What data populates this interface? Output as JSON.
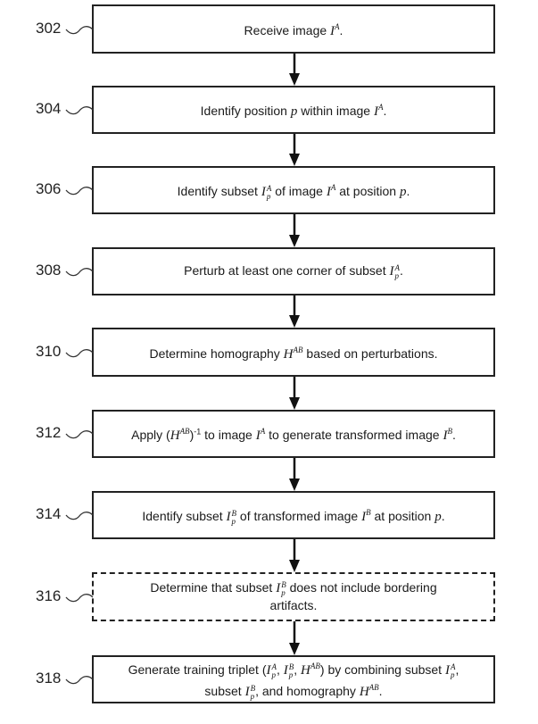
{
  "steps": [
    {
      "ref": "302",
      "style": "solid",
      "lines": [
        [
          {
            "t": "Receive image "
          },
          {
            "m": "I",
            "sup": "A"
          },
          {
            "t": "."
          }
        ]
      ]
    },
    {
      "ref": "304",
      "style": "solid",
      "lines": [
        [
          {
            "t": "Identify position "
          },
          {
            "m": "p"
          },
          {
            "t": " within image "
          },
          {
            "m": "I",
            "sup": "A"
          },
          {
            "t": "."
          }
        ]
      ]
    },
    {
      "ref": "306",
      "style": "solid",
      "lines": [
        [
          {
            "t": "Identify subset "
          },
          {
            "m": "I",
            "sup": "A",
            "sub": "p"
          },
          {
            "t": " of image "
          },
          {
            "m": "I",
            "sup": "A"
          },
          {
            "t": " at position "
          },
          {
            "m": "p"
          },
          {
            "t": "."
          }
        ]
      ]
    },
    {
      "ref": "308",
      "style": "solid",
      "lines": [
        [
          {
            "t": "Perturb at least one corner of subset "
          },
          {
            "m": "I",
            "sup": "A",
            "sub": "p"
          },
          {
            "t": "."
          }
        ]
      ]
    },
    {
      "ref": "310",
      "style": "solid",
      "lines": [
        [
          {
            "t": "Determine homography "
          },
          {
            "m": "H",
            "sup": "AB"
          },
          {
            "t": " based on perturbations."
          }
        ]
      ]
    },
    {
      "ref": "312",
      "style": "solid",
      "lines": [
        [
          {
            "t": "Apply ("
          },
          {
            "m": "H",
            "sup": "AB"
          },
          {
            "t": ")",
            "sup": "-1"
          },
          {
            "t": " to image "
          },
          {
            "m": "I",
            "sup": "A"
          },
          {
            "t": " to generate transformed image "
          },
          {
            "m": "I",
            "sup": "B"
          },
          {
            "t": "."
          }
        ]
      ]
    },
    {
      "ref": "314",
      "style": "solid",
      "lines": [
        [
          {
            "t": "Identify subset "
          },
          {
            "m": "I",
            "sup": "B",
            "sub": "p"
          },
          {
            "t": " of transformed image "
          },
          {
            "m": "I",
            "sup": "B"
          },
          {
            "t": " at position "
          },
          {
            "m": "p"
          },
          {
            "t": "."
          }
        ]
      ]
    },
    {
      "ref": "316",
      "style": "dashed",
      "lines": [
        [
          {
            "t": "Determine that subset "
          },
          {
            "m": "I",
            "sup": "B",
            "sub": "p"
          },
          {
            "t": " does not include bordering"
          }
        ],
        [
          {
            "t": "artifacts."
          }
        ]
      ]
    },
    {
      "ref": "318",
      "style": "solid",
      "lines": [
        [
          {
            "t": "Generate training triplet ("
          },
          {
            "m": "I",
            "sup": "A",
            "sub": "p"
          },
          {
            "t": ", "
          },
          {
            "m": "I",
            "sup": "B",
            "sub": "p"
          },
          {
            "t": ", "
          },
          {
            "m": "H",
            "sup": "AB"
          },
          {
            "t": ") by combining subset "
          },
          {
            "m": "I",
            "sup": "A",
            "sub": "p"
          },
          {
            "t": ","
          }
        ],
        [
          {
            "t": "subset "
          },
          {
            "m": "I",
            "sup": "B",
            "sub": "p"
          },
          {
            "t": ", and homography "
          },
          {
            "m": "H",
            "sup": "AB"
          },
          {
            "t": "."
          }
        ]
      ]
    }
  ]
}
